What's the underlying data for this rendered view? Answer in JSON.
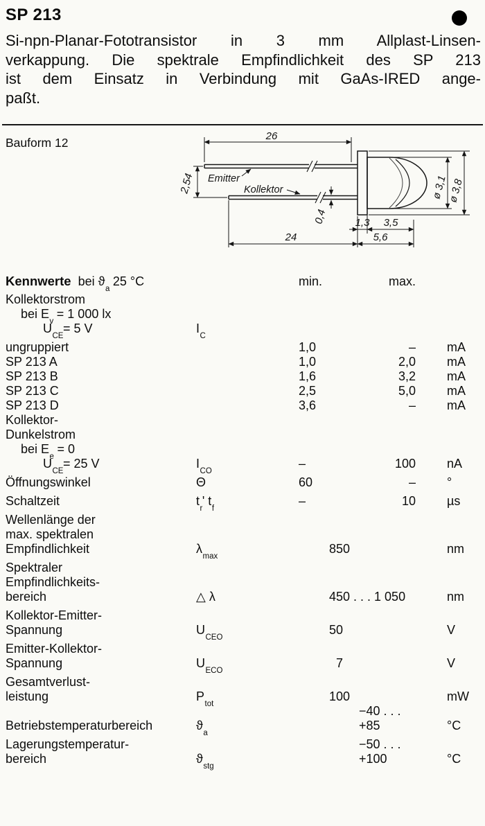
{
  "header": {
    "title": "SP 213",
    "description_lines": [
      "Si-npn-Planar-Fototransistor in 3 mm Allplast-Linsen-",
      "verkappung. Die spektrale Empfindlichkeit des SP 213",
      "ist dem Einsatz in Verbindung mit GaAs-IRED ange-",
      "paßt."
    ]
  },
  "drawing": {
    "bauform_label": "Bauform 12",
    "emitter_label": "Emitter",
    "kollektor_label": "Kollektor",
    "dim_lead_top": "26",
    "dim_pitch": "2,54",
    "dim_lead_thickness": "0,4",
    "dim_lead_bottom": "24",
    "dim_flange": "1,3",
    "dim_body": "3,5",
    "dim_package": "5,6",
    "dim_dome_dia": "ø 3,1",
    "dim_flange_dia": "ø 3,8"
  },
  "table": {
    "title": "Kennwerte",
    "condition_pre": "bei ",
    "condition_sym": "ϑ",
    "condition_sub": "a",
    "condition_post": " 25 °C",
    "col_min": "min.",
    "col_max": "max.",
    "kollektorstrom": {
      "label": "Kollektorstrom",
      "cond1_pre": "bei E",
      "cond1_sub": "v",
      "cond1_post": " = 1 000 lx",
      "cond2_pre": "U",
      "cond2_sub": "CE",
      "cond2_post": "= 5 V",
      "sym_base": "I",
      "sym_sub": "C"
    },
    "variants": [
      {
        "label": "ungruppiert",
        "min": "1,0",
        "max": "–",
        "unit": "mA"
      },
      {
        "label": "SP 213 A",
        "min": "1,0",
        "max": "2,0",
        "unit": "mA"
      },
      {
        "label": "SP 213 B",
        "min": "1,6",
        "max": "3,2",
        "unit": "mA"
      },
      {
        "label": "SP 213 C",
        "min": "2,5",
        "max": "5,0",
        "unit": "mA"
      },
      {
        "label": "SP 213 D",
        "min": "3,6",
        "max": "–",
        "unit": "mA"
      }
    ],
    "dunkelstrom": {
      "label1": "Kollektor-",
      "label2": "Dunkelstrom",
      "cond1_pre": "bei E",
      "cond1_sub": "e",
      "cond1_post": " = 0",
      "cond2_pre": "U",
      "cond2_sub": "CE",
      "cond2_post": "= 25 V",
      "sym_base": "I",
      "sym_sub": "CO",
      "min": "–",
      "max": "100",
      "unit": "nA"
    },
    "oeffnungswinkel": {
      "label": "Öffnungswinkel",
      "sym": "Θ",
      "min": "60",
      "max": "–",
      "unit": "°"
    },
    "schaltzeit": {
      "label": "Schaltzeit",
      "sym_b1": "t",
      "sym_s1": "r",
      "sym_mid": "' t",
      "sym_s2": "f",
      "min": "–",
      "max": "10",
      "unit": "µs"
    },
    "wellenlaenge": {
      "label1": "Wellenlänge der",
      "label2": "max. spektralen",
      "label3": "Empfindlichkeit",
      "sym_base": "λ",
      "sym_sub": "max",
      "value": "850",
      "unit": "nm"
    },
    "spektralbereich": {
      "label1": "Spektraler",
      "label2": "Empfindlichkeits-",
      "label3": "bereich",
      "sym": "△ λ",
      "value": "450 . . . 1 050",
      "unit": "nm"
    },
    "uceo": {
      "label1": "Kollektor-Emitter-",
      "label2": "Spannung",
      "sym_base": "U",
      "sym_sub": "CEO",
      "value": "50",
      "unit": "V"
    },
    "ueco": {
      "label1": "Emitter-Kollektor-",
      "label2": "Spannung",
      "sym_base": "U",
      "sym_sub": "ECO",
      "value": "7",
      "unit": "V"
    },
    "ptot": {
      "label1": "Gesamtverlust-",
      "label2": "leistung",
      "sym_base": "P",
      "sym_sub": "tot",
      "value": "100",
      "unit": "mW"
    },
    "betriebstemperatur": {
      "label": "Betriebstemperaturbereich",
      "sym_base": "ϑ",
      "sym_sub": "a",
      "value": "−40 . . . +85",
      "unit": "°C"
    },
    "lagerungstemperatur": {
      "label1": "Lagerungstemperatur-",
      "label2": "bereich",
      "sym_base": "ϑ",
      "sym_sub": "stg",
      "value": "−50 . . . +100",
      "unit": "°C"
    }
  }
}
